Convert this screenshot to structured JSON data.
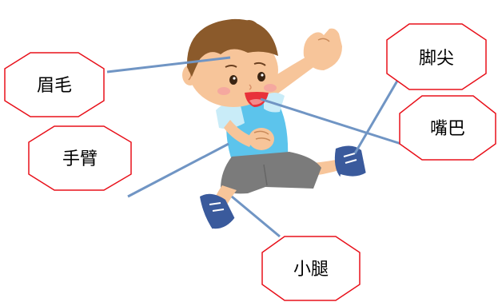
{
  "labels": {
    "eyebrow": "眉毛",
    "arm": "手臂",
    "toe": "脚尖",
    "mouth": "嘴巴",
    "calf": "小腿"
  },
  "colors": {
    "callout_border": "#e8101a",
    "leader_line": "#7095c4",
    "hair": "#8b5a2b",
    "skin": "#f7c59a",
    "shirt": "#5cc4ec",
    "shorts": "#7b7b7b",
    "shoe": "#3a5a9c"
  }
}
